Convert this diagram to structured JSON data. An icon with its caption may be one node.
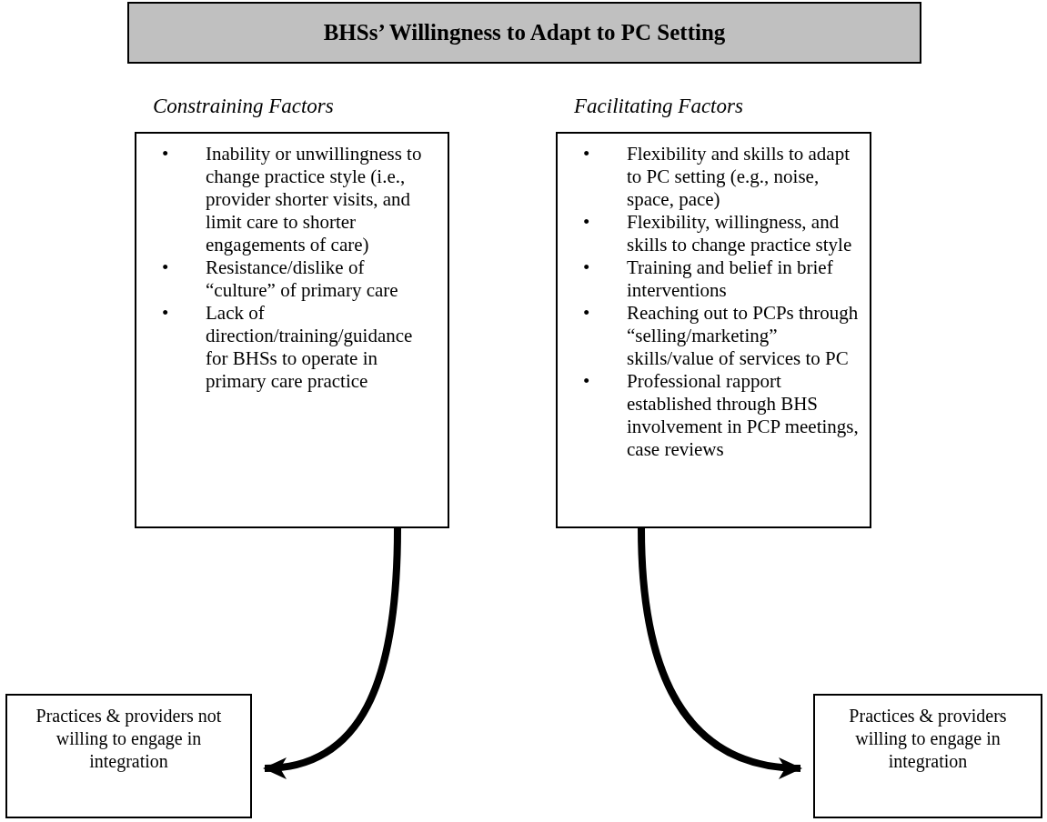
{
  "diagram": {
    "title": "BHSs’ Willingness to Adapt to PC Setting",
    "nodes": [
      {
        "text": [
          "Constraining Factors",
          "Inability or unwillingness to change practice style (i.e., provider shorter visits, and limit care to shorter engagements of care)",
          "Resistance/dislike of “culture” of primary care",
          "Lack of direction/training/guidance for BHSs to operate in primary care practice"
        ]
      },
      {
        "text": [
          "Facilitating Factors",
          "Flexibility and skills to adapt to PC setting (e.g., noise, space, pace)",
          "Flexibility, willingness, and skills to change practice style",
          "Training and belief in brief interventions",
          "Reaching out to PCPs through “selling/marketing” skills/value of services to PC",
          "Professional rapport established through BHS involvement in PCP meetings, case reviews"
        ]
      },
      {
        "text": [
          "Practices & providers not willing to engage in integration"
        ]
      },
      {
        "text": [
          "Practices & providers willing to engage in integration"
        ]
      }
    ],
    "edges": [
      {
        "from": 0,
        "to": 2,
        "arrow": "to"
      },
      {
        "from": 1,
        "to": 3,
        "arrow": "to"
      }
    ],
    "labels": [
      "•",
      "•",
      "•",
      "•",
      "•",
      "•",
      "•",
      "•"
    ]
  }
}
